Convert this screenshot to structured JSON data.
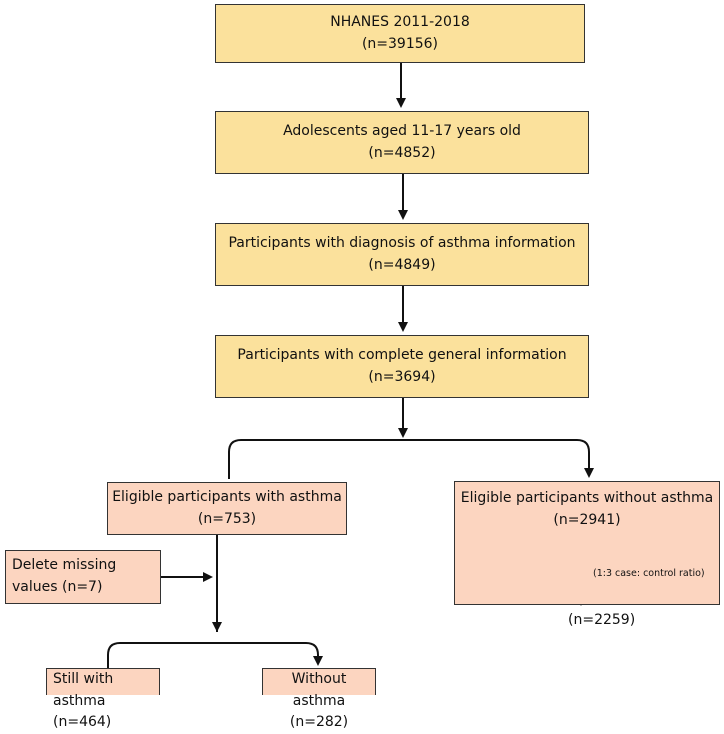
{
  "boxes": {
    "nhanes": {
      "line1": "NHANES 2011-2018",
      "line2": "(n=39156)"
    },
    "adolescents": {
      "line1": "Adolescents aged 11-17 years old",
      "line2": "(n=4852)"
    },
    "diagnosis": {
      "line1": "Participants with diagnosis of asthma information",
      "line2": "(n=4849)"
    },
    "complete": {
      "line1": "Participants with complete general information",
      "line2": "(n=3694)"
    },
    "with_asthma": {
      "line1": "Eligible participants with asthma",
      "line2": "(n=753)"
    },
    "without_asthma": {
      "line1": "Eligible participants without asthma",
      "line2": "(n=2941)",
      "ratio_note": "(1:3 case: control ratio)",
      "final_count": "(n=2259)"
    },
    "delete_missing": {
      "line1": "Delete missing",
      "line2": "values (n=7)"
    },
    "still_with": {
      "line1": "Still with",
      "line2": "asthma (n=464)"
    },
    "without": {
      "line1": "Without",
      "line2": "asthma (n=282)"
    }
  },
  "colors": {
    "main_fill": "#fbe19c",
    "branch_fill": "#fcd5c0",
    "stroke": "#333333"
  }
}
